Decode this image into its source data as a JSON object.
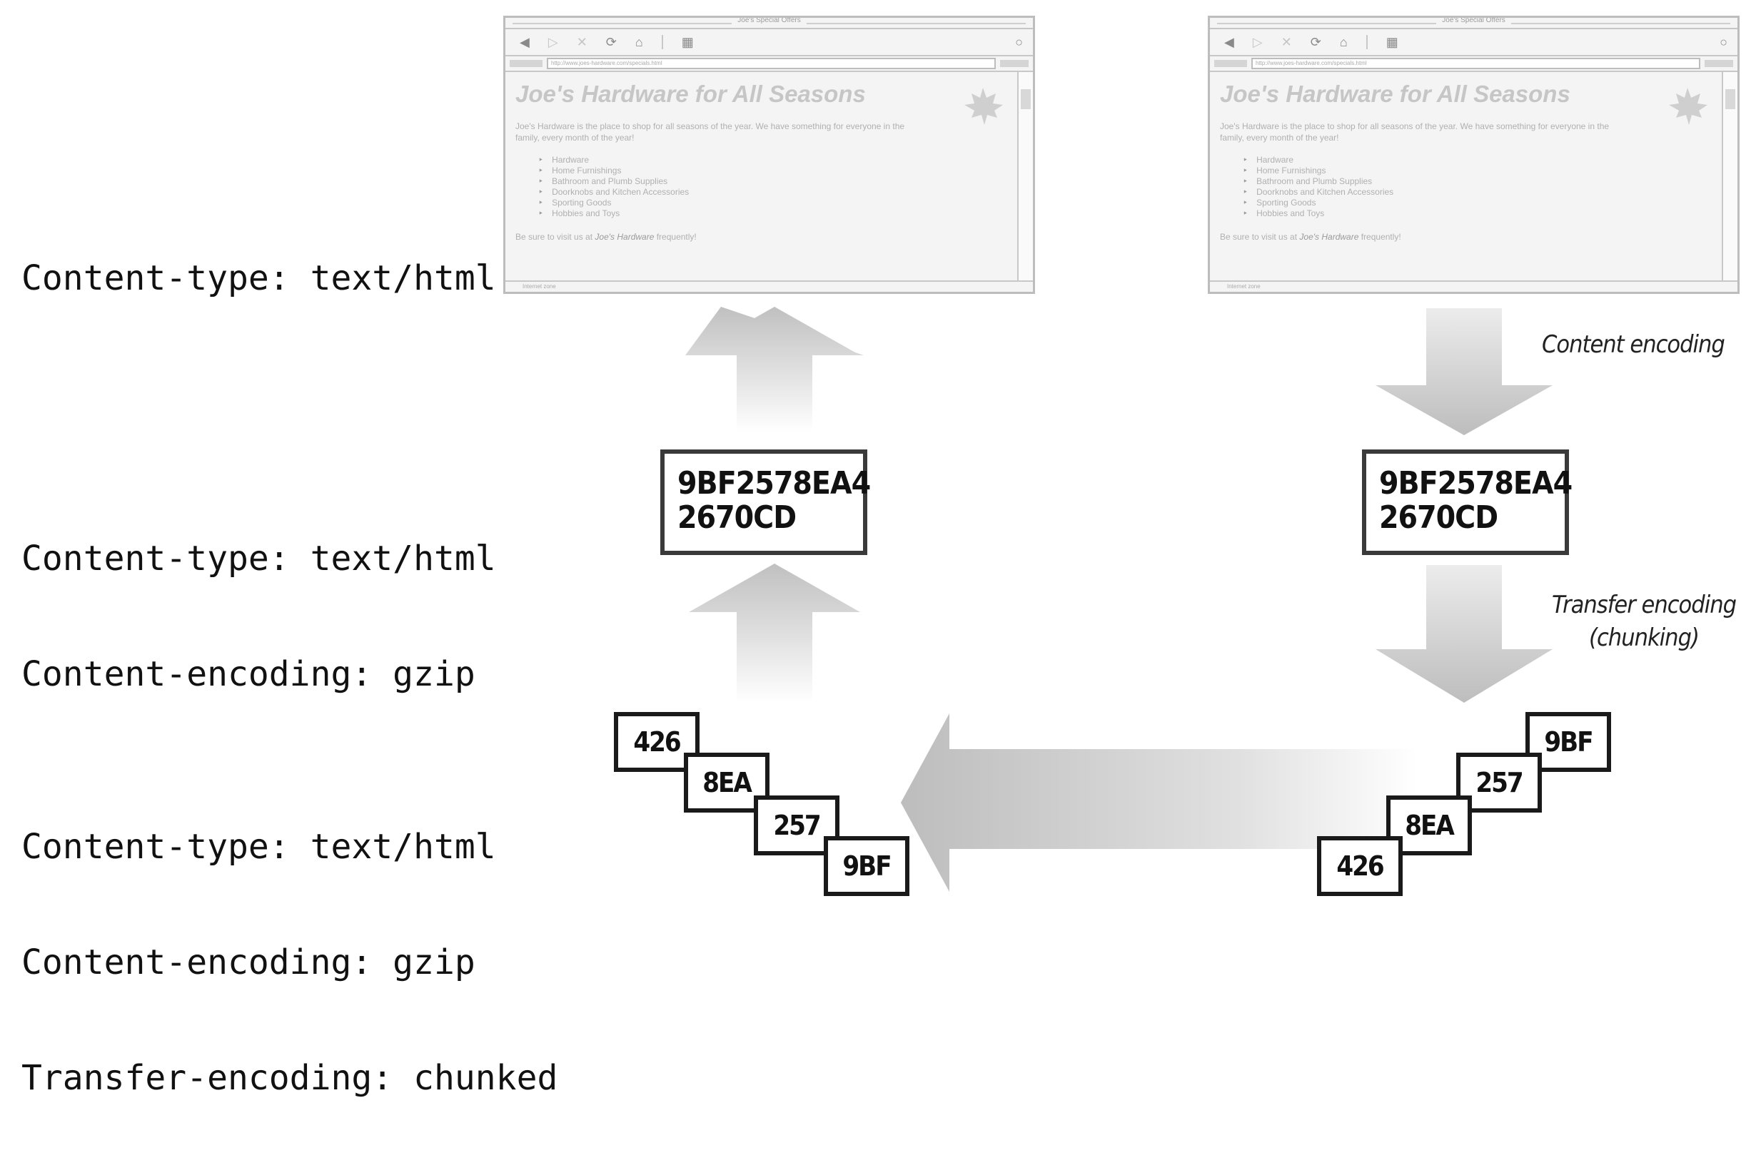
{
  "layers": {
    "top": [
      "Content-type: text/html"
    ],
    "middle": [
      "Content-type: text/html",
      "Content-encoding: gzip"
    ],
    "bottom": [
      "Content-type: text/html",
      "Content-encoding: gzip",
      "Transfer-encoding: chunked"
    ]
  },
  "browser": {
    "window_title": "Joe's Special Offers",
    "url": "http://www.joes-hardware.com/specials.html",
    "heading": "Joe's Hardware for All Seasons",
    "intro": "Joe's Hardware is the place to shop for all seasons of the year. We have something for everyone in the family, every month of the year!",
    "items": [
      "Hardware",
      "Home Furnishings",
      "Bathroom and Plumb Supplies",
      "Doorknobs and Kitchen Accessories",
      "Sporting Goods",
      "Hobbies and Toys"
    ],
    "footer_prefix": "Be sure to visit us at ",
    "footer_link": "Joe's Hardware",
    "footer_suffix": " frequently!",
    "status": "Internet zone"
  },
  "encoded": {
    "line1": "9BF2578EA4",
    "line2": "2670CD"
  },
  "chunks": {
    "left": [
      "426",
      "8EA",
      "257",
      "9BF"
    ],
    "right": [
      "9BF",
      "257",
      "8EA",
      "426"
    ]
  },
  "labels": {
    "content_encoding": "Content encoding",
    "transfer_encoding": "Transfer encoding",
    "chunking": "(chunking)"
  },
  "colors": {
    "arrow": "#c4c4c4",
    "box_border": "#3a3a3a",
    "text": "#111111"
  }
}
